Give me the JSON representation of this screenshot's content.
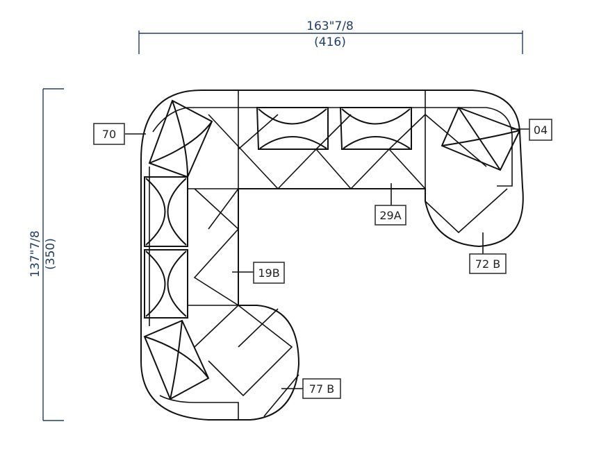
{
  "dimensions": {
    "width_in": "163\"7/8",
    "width_cm": "(416)",
    "depth_in": "137\"7/8",
    "depth_cm": "(350)"
  },
  "modules": [
    {
      "code": "70"
    },
    {
      "code": "04"
    },
    {
      "code": "29A"
    },
    {
      "code": "72 B"
    },
    {
      "code": "19B"
    },
    {
      "code": "77 B"
    }
  ],
  "colors": {
    "dimension": "#1f3d6b",
    "lines": "#111111"
  }
}
